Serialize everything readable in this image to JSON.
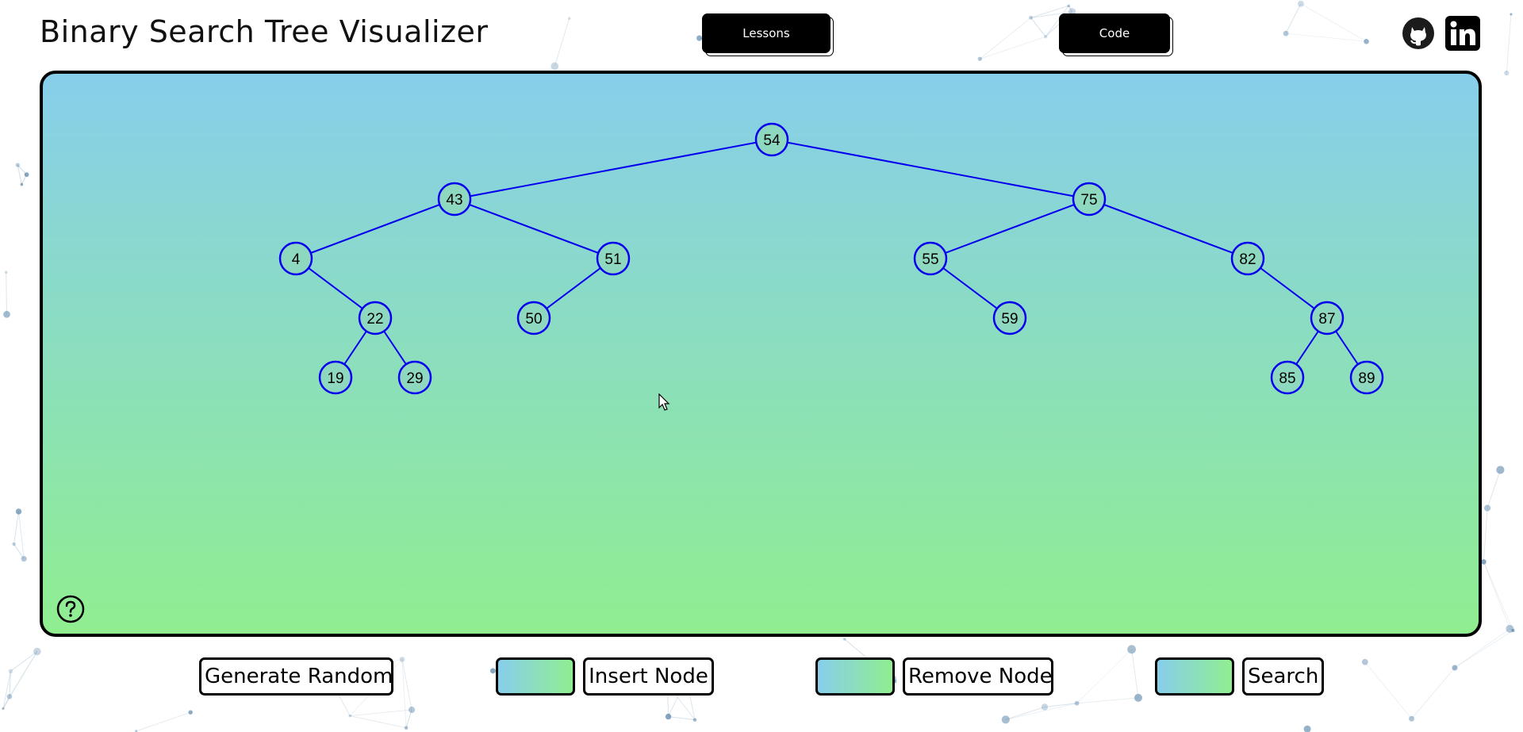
{
  "header": {
    "title": "Binary Search Tree Visualizer",
    "lessons_label": "Lessons",
    "code_label": "Code"
  },
  "icons": {
    "github": "github-icon",
    "linkedin": "linkedin-icon",
    "help": "help-icon",
    "cursor": "mouse-cursor-icon"
  },
  "colors": {
    "node_stroke": "#0000ee",
    "edge": "#0000ee",
    "node_fill": "#8fd8c0",
    "panel_top": "#87ceeb",
    "panel_bottom": "#90ee90"
  },
  "tree": {
    "nodes": [
      {
        "value": "54",
        "depth": 0,
        "slot": 0
      },
      {
        "value": "43",
        "depth": 1,
        "slot": 0
      },
      {
        "value": "75",
        "depth": 1,
        "slot": 1
      },
      {
        "value": "4",
        "depth": 2,
        "slot": 0
      },
      {
        "value": "51",
        "depth": 2,
        "slot": 1
      },
      {
        "value": "55",
        "depth": 2,
        "slot": 2
      },
      {
        "value": "82",
        "depth": 2,
        "slot": 3
      },
      {
        "value": "22",
        "depth": 3,
        "slot": 1
      },
      {
        "value": "50",
        "depth": 3,
        "slot": 2
      },
      {
        "value": "59",
        "depth": 3,
        "slot": 5
      },
      {
        "value": "87",
        "depth": 3,
        "slot": 7
      },
      {
        "value": "19",
        "depth": 4,
        "slot": 2
      },
      {
        "value": "29",
        "depth": 4,
        "slot": 3
      },
      {
        "value": "85",
        "depth": 4,
        "slot": 14
      },
      {
        "value": "89",
        "depth": 4,
        "slot": 15
      }
    ],
    "edges": [
      [
        "54",
        "43"
      ],
      [
        "54",
        "75"
      ],
      [
        "43",
        "4"
      ],
      [
        "43",
        "51"
      ],
      [
        "75",
        "55"
      ],
      [
        "75",
        "82"
      ],
      [
        "4",
        "22"
      ],
      [
        "51",
        "50"
      ],
      [
        "55",
        "59"
      ],
      [
        "82",
        "87"
      ],
      [
        "22",
        "19"
      ],
      [
        "22",
        "29"
      ],
      [
        "87",
        "85"
      ],
      [
        "87",
        "89"
      ]
    ]
  },
  "controls": {
    "generate_label": "Generate Random",
    "insert_label": "Insert Node",
    "remove_label": "Remove Node",
    "search_label": "Search",
    "insert_value": "",
    "remove_value": "",
    "search_value": ""
  }
}
